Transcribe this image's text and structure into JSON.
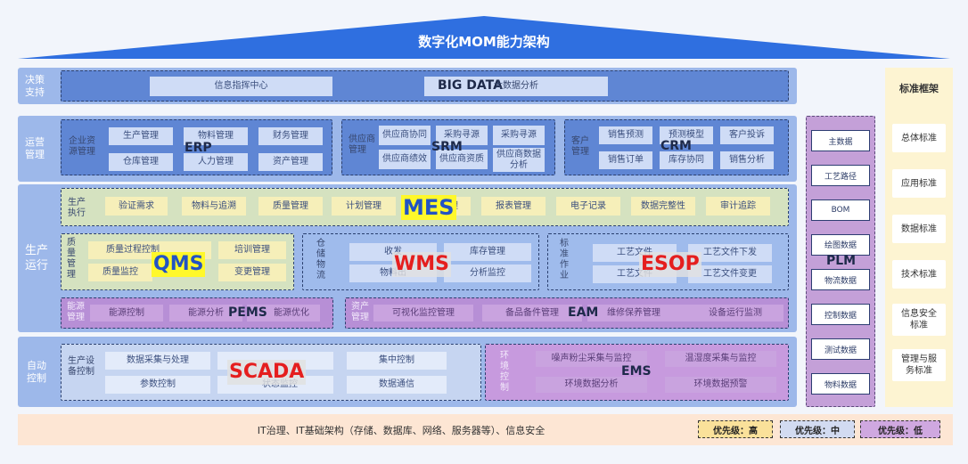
{
  "title": "数字化MOM能力架构",
  "bands": {
    "decision": "决策\n支持",
    "operation": "运营\n管理",
    "production": "生产\n运行",
    "automation": "自动\n控制"
  },
  "decision": {
    "info_center": "信息指挥中心",
    "big_data": "BIG DATA",
    "big_data_analysis": "大数据分析"
  },
  "erp": {
    "name": "ERP",
    "side_label": "企业资\n源管理",
    "items": [
      "生产管理",
      "物料管理",
      "财务管理",
      "仓库管理",
      "人力管理",
      "资产管理"
    ]
  },
  "srm": {
    "name": "SRM",
    "side_label": "供应商\n管理",
    "items": [
      "供应商协同",
      "采购寻源",
      "采购寻源",
      "供应商绩效",
      "供应商资质",
      "供应商数据\n分析"
    ]
  },
  "crm": {
    "name": "CRM",
    "side_label": "客户\n管理",
    "items": [
      "销售预测",
      "预测模型",
      "客户投诉",
      "销售订单",
      "库存协同",
      "销售分析"
    ]
  },
  "mes": {
    "name": "MES",
    "side_label": "生产\n执行",
    "items": [
      "验证需求",
      "物料与追溯",
      "质量管理",
      "计划管理",
      "理",
      "报表管理",
      "电子记录",
      "数据完整性",
      "审计追踪"
    ]
  },
  "qms": {
    "name": "QMS",
    "side_label": "质\n量\n管\n理",
    "items": [
      "质量过程控制",
      "培训管理",
      "质量监控",
      "变更管理"
    ]
  },
  "wms": {
    "name": "WMS",
    "side_label": "仓\n储\n物\n流",
    "items": [
      "收发",
      "库存管理",
      "物料出",
      "分析监控"
    ]
  },
  "esop": {
    "name": "ESOP",
    "side_label": "标\n准\n作\n业",
    "items": [
      "工艺文件",
      "工艺文件下发",
      "工艺文件",
      "工艺文件变更"
    ]
  },
  "pems": {
    "name": "PEMS",
    "side_label": "能源\n管理",
    "items": [
      "能源控制",
      "能源分析",
      "能源优化"
    ]
  },
  "eam": {
    "name": "EAM",
    "side_label": "资产\n管理",
    "items": [
      "可视化监控管理",
      "备品备件管理",
      "维修保养管理",
      "设备运行监测"
    ]
  },
  "scada": {
    "name": "SCADA",
    "side_label": "生产设\n备控制",
    "items": [
      "数据采集与处理",
      "集中控制",
      "参数控制",
      "状态监控",
      "数据通信"
    ]
  },
  "ems": {
    "name": "EMS",
    "side_label": "环\n境\n控\n制",
    "items": [
      "噪声粉尘采集与监控",
      "温湿度采集与监控",
      "环境数据分析",
      "环境数据预警"
    ]
  },
  "plm": {
    "name": "PLM",
    "items": [
      "主数据",
      "工艺路径",
      "BOM",
      "绘图数据",
      "物流数据",
      "控制数据",
      "测试数据",
      "物料数据"
    ]
  },
  "standards": {
    "title": "标准框架",
    "items": [
      "总体标准",
      "应用标准",
      "数据标准",
      "技术标准",
      "信息安全\n标准",
      "管理与服\n务标准"
    ]
  },
  "footer": {
    "text": "IT治理、IT基础架构（存储、数据库、网络、服务器等）、信息安全",
    "priorities": [
      "优先级：高",
      "优先级：中",
      "优先级：低"
    ]
  },
  "colors": {
    "roof": "#2f6fe0",
    "band": "#9db8ea",
    "inner": "#5f86d4",
    "box": "#cfdcf6",
    "yellow": "#f6efb9",
    "purple": "#c9a3df",
    "standards_bg": "#fdf4d2",
    "footer_bg": "#fde6d4"
  }
}
